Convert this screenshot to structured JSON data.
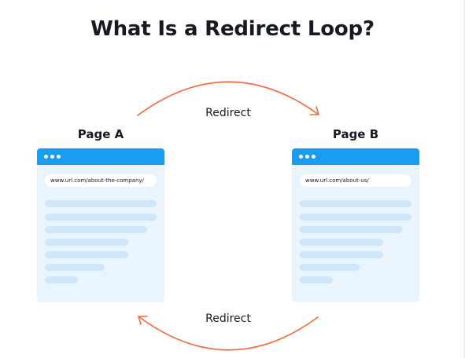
{
  "title": "What Is a Redirect Loop?",
  "page_a": {
    "label": "Page A",
    "url": "www.url.com/about-the-company/"
  },
  "page_b": {
    "label": "Page B",
    "url": "www.url.com/about-us/"
  },
  "arrows": {
    "top_label": "Redirect",
    "bottom_label": "Redirect"
  },
  "colors": {
    "accent_blue": "#1a9cf0",
    "window_bg": "#e9f4fd",
    "placeholder_line": "#cfe6f9",
    "arrow": "#f56a3a",
    "text": "#171a22"
  }
}
